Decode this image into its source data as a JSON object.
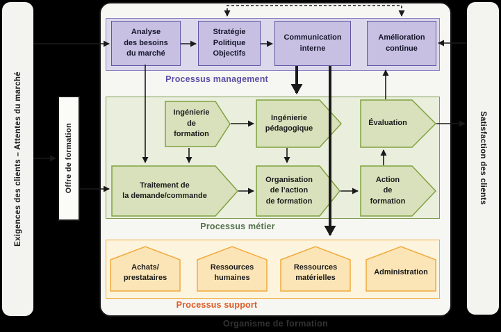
{
  "diagram_title": "Organisme de formation",
  "left_bar": {
    "label": "Exigences des clients – Attentes du marché"
  },
  "right_bar": {
    "label": "Satisfaction des clients"
  },
  "offer_box": {
    "label": "Offre de formation"
  },
  "management": {
    "label": "Processus management",
    "boxes": [
      {
        "label": "Analyse\ndes besoins\ndu marché"
      },
      {
        "label": "Stratégie\nPolitique\nObjectifs"
      },
      {
        "label": "Communication\ninterne"
      },
      {
        "label": "Amélioration\ncontinue"
      }
    ]
  },
  "metier": {
    "label": "Processus métier",
    "boxes": [
      {
        "label": "Ingénierie\nde\nformation"
      },
      {
        "label": "Ingénierie\npédagogique"
      },
      {
        "label": "Évaluation"
      },
      {
        "label": "Traitement de\nla demande/commande"
      },
      {
        "label": "Organisation\nde l’action\nde formation"
      },
      {
        "label": "Action\nde\nformation"
      }
    ]
  },
  "support": {
    "label": "Processus support",
    "boxes": [
      {
        "label": "Achats/\nprestataires"
      },
      {
        "label": "Ressources\nhumaines"
      },
      {
        "label": "Ressources\nmatérielles"
      },
      {
        "label": "Administration"
      }
    ]
  },
  "colors": {
    "background": "#000000",
    "frame_fill": "#f6f6f3",
    "management_zone": "#dcd8ec",
    "management_box": "#c7c0e2",
    "management_accent": "#5a4fa5",
    "metier_zone": "#eaeedd",
    "metier_box": "#d9e0bc",
    "metier_accent": "#53714b",
    "support_zone": "#fdf4de",
    "support_box": "#fbe5b6",
    "support_accent": "#e05a20",
    "arrow": "#1a1a1a"
  }
}
